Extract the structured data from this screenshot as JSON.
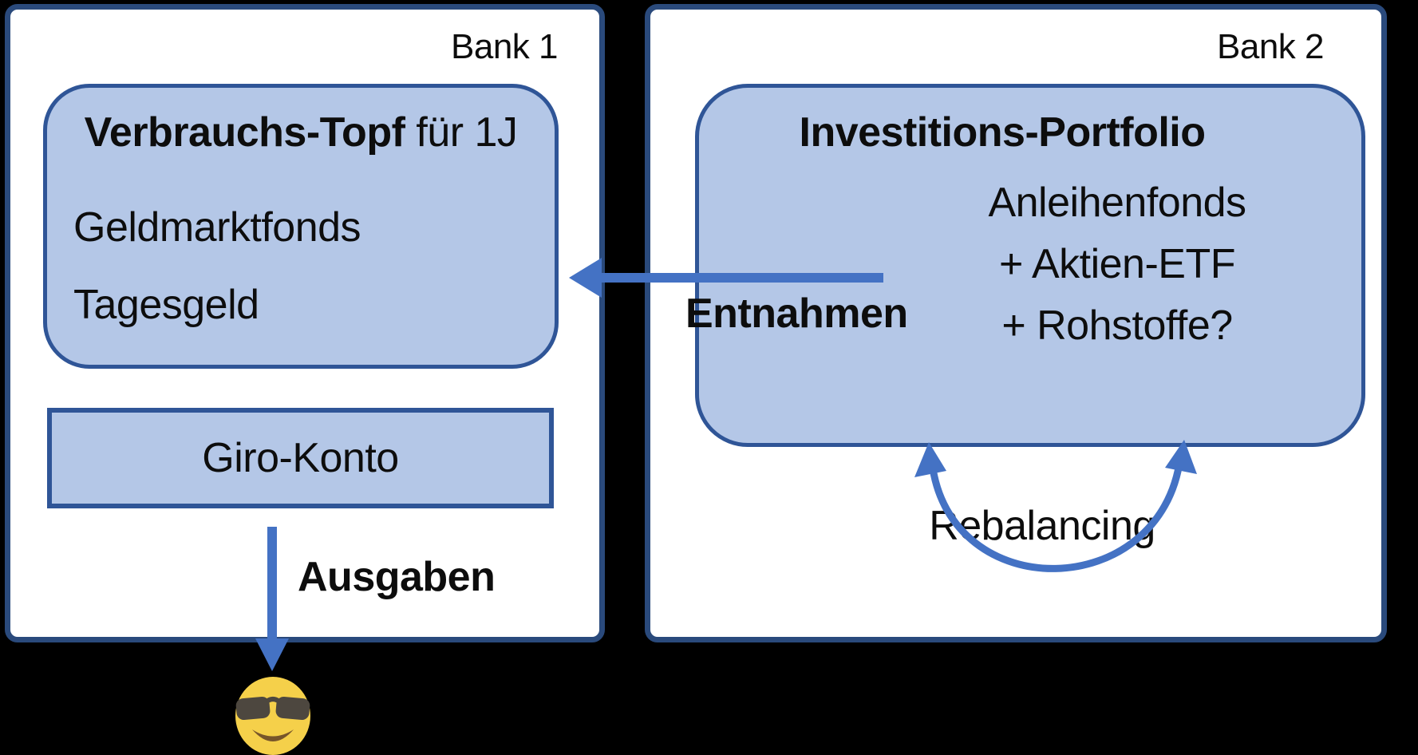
{
  "diagram": {
    "bank1": {
      "title": "Bank 1",
      "consumption_pot": {
        "title_bold": "Verbrauchs-Topf",
        "title_rest": " für 1J",
        "items": [
          "Geldmarktfonds",
          "Tagesgeld"
        ]
      },
      "giro_account_label": "Giro-Konto",
      "expenses_label": "Ausgaben"
    },
    "bank2": {
      "title": "Bank 2",
      "portfolio": {
        "title": "Investitions-Portfolio",
        "items": [
          "Anleihenfonds",
          "+ Aktien-ETF",
          "+ Rohstoffe?"
        ]
      },
      "withdrawals_label": "Entnahmen",
      "rebalancing_label": "Rebalancing"
    },
    "emoji": "smiling-face-with-sunglasses"
  },
  "colors": {
    "background": "#000000",
    "bank_box_fill": "#ffffff",
    "bank_box_border": "#2a4a7c",
    "pot_fill": "#b4c7e7",
    "pot_border": "#2f5597",
    "arrow": "#4472c4",
    "text": "#0d0d0d",
    "emoji_face": "#f5d04a",
    "emoji_glasses": "#4d473f",
    "emoji_mouth": "#77552a"
  }
}
